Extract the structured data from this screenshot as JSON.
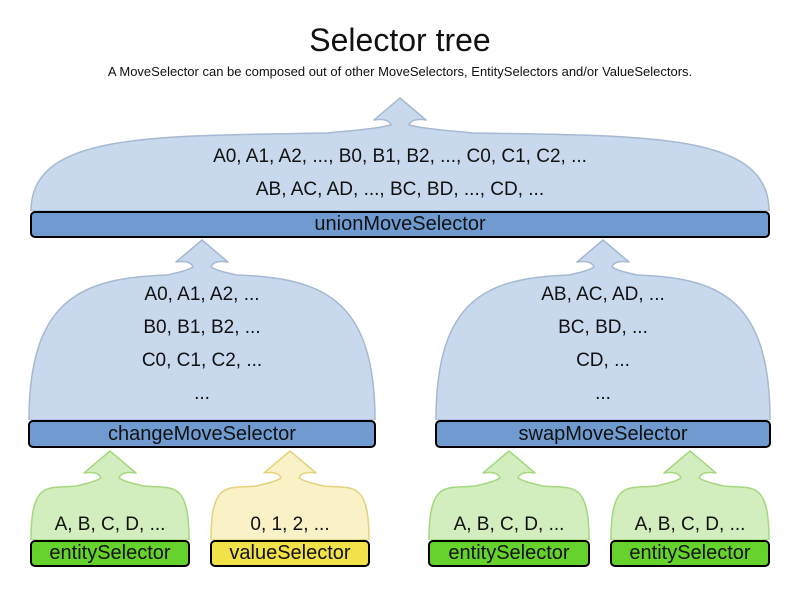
{
  "title": "Selector tree",
  "subtitle": "A MoveSelector can be composed out of other MoveSelectors, EntitySelectors and/or ValueSelectors.",
  "colors": {
    "text": "#111111",
    "bar_border": "#000000",
    "blue_fill": "#c8d9ee",
    "blue_stroke": "#a6b9d2",
    "blue_bar": "#6f9bd1",
    "green_fill": "#d2eebf",
    "green_stroke": "#a6d87f",
    "green_bar": "#66d22c",
    "yellow_fill": "#f9f2c7",
    "yellow_stroke": "#e4d27c",
    "yellow_bar": "#f2e249"
  },
  "nodes": {
    "union": {
      "label": "unionMoveSelector",
      "lines": [
        "A0, A1, A2, ..., B0, B1, B2, ..., C0, C1, C2, ...",
        "AB, AC, AD, ..., BC, BD, ..., CD, ..."
      ]
    },
    "change": {
      "label": "changeMoveSelector",
      "lines": [
        "A0, A1, A2, ...",
        "B0, B1, B2, ...",
        "C0, C1, C2, ...",
        "..."
      ]
    },
    "swap": {
      "label": "swapMoveSelector",
      "lines": [
        "AB, AC, AD, ...",
        "BC, BD, ...",
        "CD, ...",
        "..."
      ]
    },
    "entity1": {
      "label": "entitySelector",
      "lines": [
        "A, B, C, D, ..."
      ]
    },
    "value1": {
      "label": "valueSelector",
      "lines": [
        "0, 1, 2, ..."
      ]
    },
    "entity2": {
      "label": "entitySelector",
      "lines": [
        "A, B, C, D, ..."
      ]
    },
    "entity3": {
      "label": "entitySelector",
      "lines": [
        "A, B, C, D, ..."
      ]
    }
  }
}
